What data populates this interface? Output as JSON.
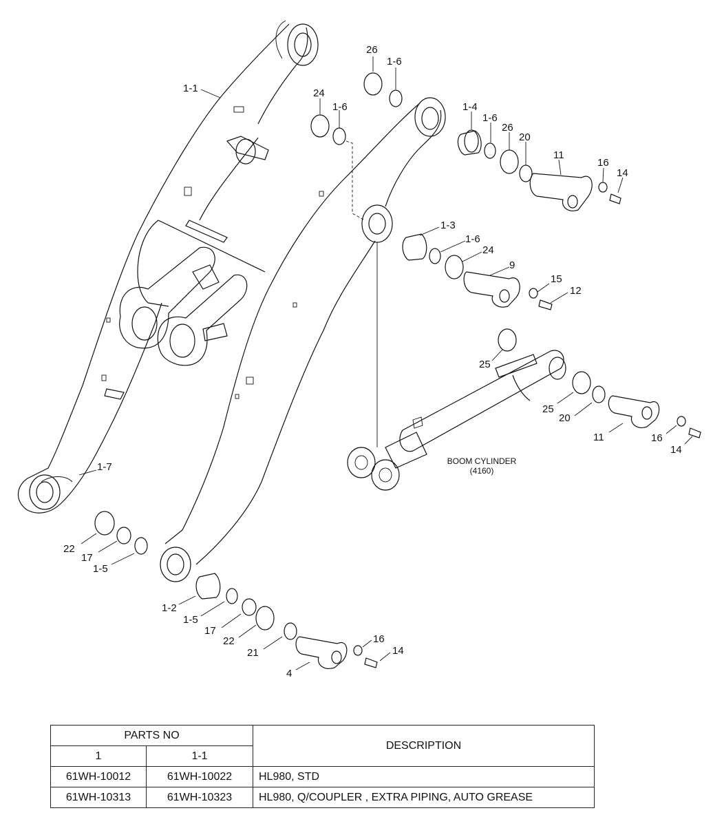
{
  "diagram": {
    "labels": {
      "l_1_1": "1-1",
      "l_1_7": "1-7",
      "l_26a": "26",
      "l_1_6a": "1-6",
      "l_24a": "24",
      "l_1_6b": "1-6",
      "l_1_4": "1-4",
      "l_1_6c": "1-6",
      "l_26b": "26",
      "l_20a": "20",
      "l_11a": "11",
      "l_16a": "16",
      "l_14a": "14",
      "l_1_3": "1-3",
      "l_1_6d": "1-6",
      "l_24b": "24",
      "l_9": "9",
      "l_15": "15",
      "l_12": "12",
      "l_25a": "25",
      "l_25b": "25",
      "l_20b": "20",
      "l_11b": "11",
      "l_16b": "16",
      "l_14b": "14",
      "l_22a": "22",
      "l_17a": "17",
      "l_1_5a": "1-5",
      "l_1_2": "1-2",
      "l_1_5b": "1-5",
      "l_17b": "17",
      "l_22b": "22",
      "l_21": "21",
      "l_4": "4",
      "l_16c": "16",
      "l_14c": "14"
    },
    "cylinder_caption": "BOOM CYLINDER",
    "cylinder_code": "(4160)"
  },
  "table": {
    "header_parts_no": "PARTS NO",
    "header_col1": "1",
    "header_col2": "1-1",
    "header_description": "DESCRIPTION",
    "rows": [
      {
        "p1": "61WH-10012",
        "p11": "61WH-10022",
        "desc": "HL980, STD"
      },
      {
        "p1": "61WH-10313",
        "p11": "61WH-10323",
        "desc": "HL980, Q/COUPLER , EXTRA PIPING, AUTO GREASE"
      }
    ]
  }
}
